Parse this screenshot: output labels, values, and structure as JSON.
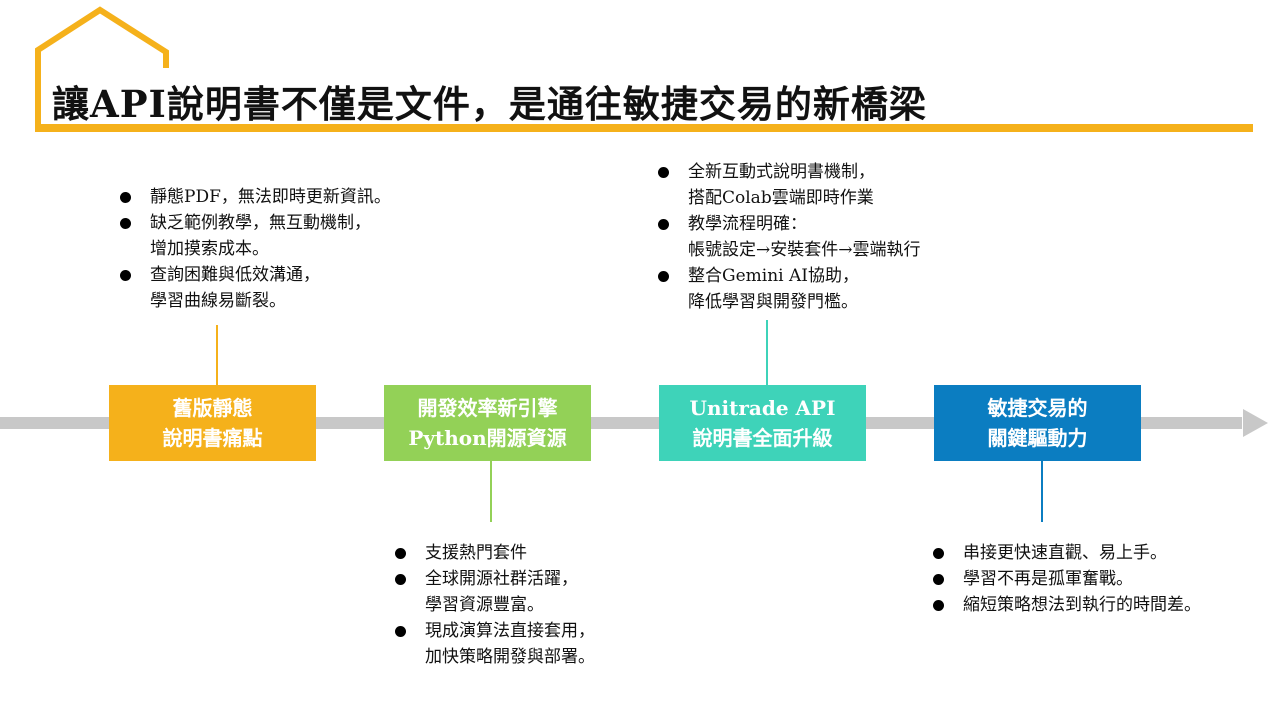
{
  "title": "讓API說明書不僅是文件，是通往敏捷交易的新橋梁",
  "colors": {
    "accent": "#F5B11B",
    "stage1": "#F5B11B",
    "stage2": "#93D157",
    "stage3": "#3ED3B9",
    "stage4": "#0B7DC1",
    "timeline": "#C8C8C8"
  },
  "stages": [
    {
      "line1": "舊版靜態",
      "line2": "說明書痛點",
      "bullets": [
        [
          "靜態PDF，無法即時更新資訊。"
        ],
        [
          "缺乏範例教學，無互動機制，",
          "增加摸索成本。"
        ],
        [
          "查詢困難與低效溝通，",
          "學習曲線易斷裂。"
        ]
      ]
    },
    {
      "line1": "開發效率新引擎",
      "line2": "Python開源資源",
      "bullets": [
        [
          "支援熱門套件"
        ],
        [
          "全球開源社群活躍，",
          "學習資源豐富。"
        ],
        [
          "現成演算法直接套用，",
          "加快策略開發與部署。"
        ]
      ]
    },
    {
      "line1": "Unitrade API",
      "line2": "說明書全面升級",
      "bullets": [
        [
          "全新互動式說明書機制，",
          "搭配Colab雲端即時作業"
        ],
        [
          "教學流程明確：",
          "帳號設定→安裝套件→雲端執行"
        ],
        [
          "整合Gemini AI協助，",
          "降低學習與開發門檻。"
        ]
      ]
    },
    {
      "line1": "敏捷交易的",
      "line2": "關鍵驅動力",
      "bullets": [
        [
          "串接更快速直觀、易上手。"
        ],
        [
          "學習不再是孤軍奮戰。"
        ],
        [
          "縮短策略想法到執行的時間差。"
        ]
      ]
    }
  ]
}
